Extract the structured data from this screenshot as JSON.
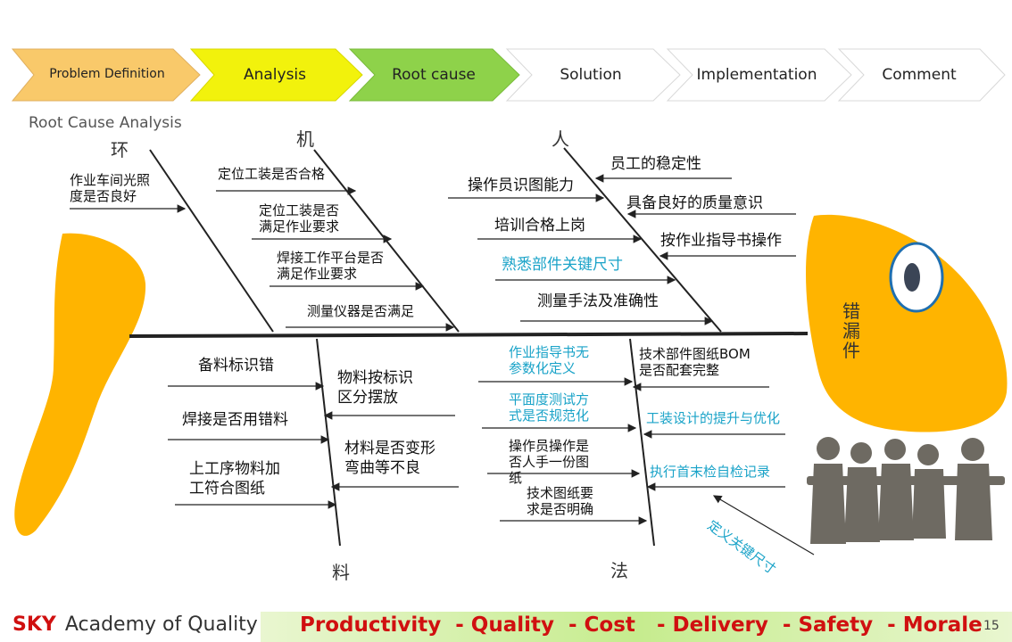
{
  "process_steps": [
    {
      "label": "Problem Definition",
      "color": "#f9c96a"
    },
    {
      "label": "Analysis",
      "color": "#f2f20c"
    },
    {
      "label": "Root cause",
      "color": "#8ed24a"
    },
    {
      "label": "Solution",
      "color": "#ffffff"
    },
    {
      "label": "Implementation",
      "color": "#ffffff"
    },
    {
      "label": "Comment",
      "color": "#ffffff"
    }
  ],
  "subtitle": "Root Cause Analysis",
  "categories": {
    "environment": "环",
    "machine": "机",
    "people": "人",
    "material": "料",
    "method": "法"
  },
  "effect": "错漏件",
  "causes": {
    "environment": [
      "作业车间光照\n度是否良好"
    ],
    "machine": [
      "定位工装是否合格",
      "定位工装是否\n满足作业要求",
      "焊接工作平台是否\n满足作业要求",
      "测量仪器是否满足"
    ],
    "people_left": [
      "操作员识图能力",
      "培训合格上岗",
      "熟悉部件关键尺寸",
      "测量手法及准确性"
    ],
    "people_right": [
      "员工的稳定性",
      "具备良好的质量意识",
      "按作业指导书操作"
    ],
    "material_left": [
      "备料标识错",
      "焊接是否用错料",
      "上工序物料加\n工符合图纸"
    ],
    "material_right": [
      "物料按标识\n区分摆放",
      "材料是否变形\n弯曲等不良"
    ],
    "method_left": [
      "作业指导书无\n参数化定义",
      "平面度测试方\n式是否规范化",
      "操作员操作是\n否人手一份图\n纸",
      "技术图纸要\n求是否明确"
    ],
    "method_right": [
      "技术部件图纸BOM\n是否配套完整",
      "工装设计的提升与优化",
      "执行首末检自检记录"
    ],
    "method_diagonal": "定义关键尺寸"
  },
  "colors": {
    "fish": "#ffb400",
    "highlight_text": "#1aa3c8",
    "line": "#222222",
    "footer_red": "#d01010"
  },
  "footer": {
    "brand": "SKY",
    "org": "Academy of Quality",
    "slogan": "Productivity  - Quality  - Cost   - Delivery  - Safety  - Morale",
    "page": "15"
  }
}
